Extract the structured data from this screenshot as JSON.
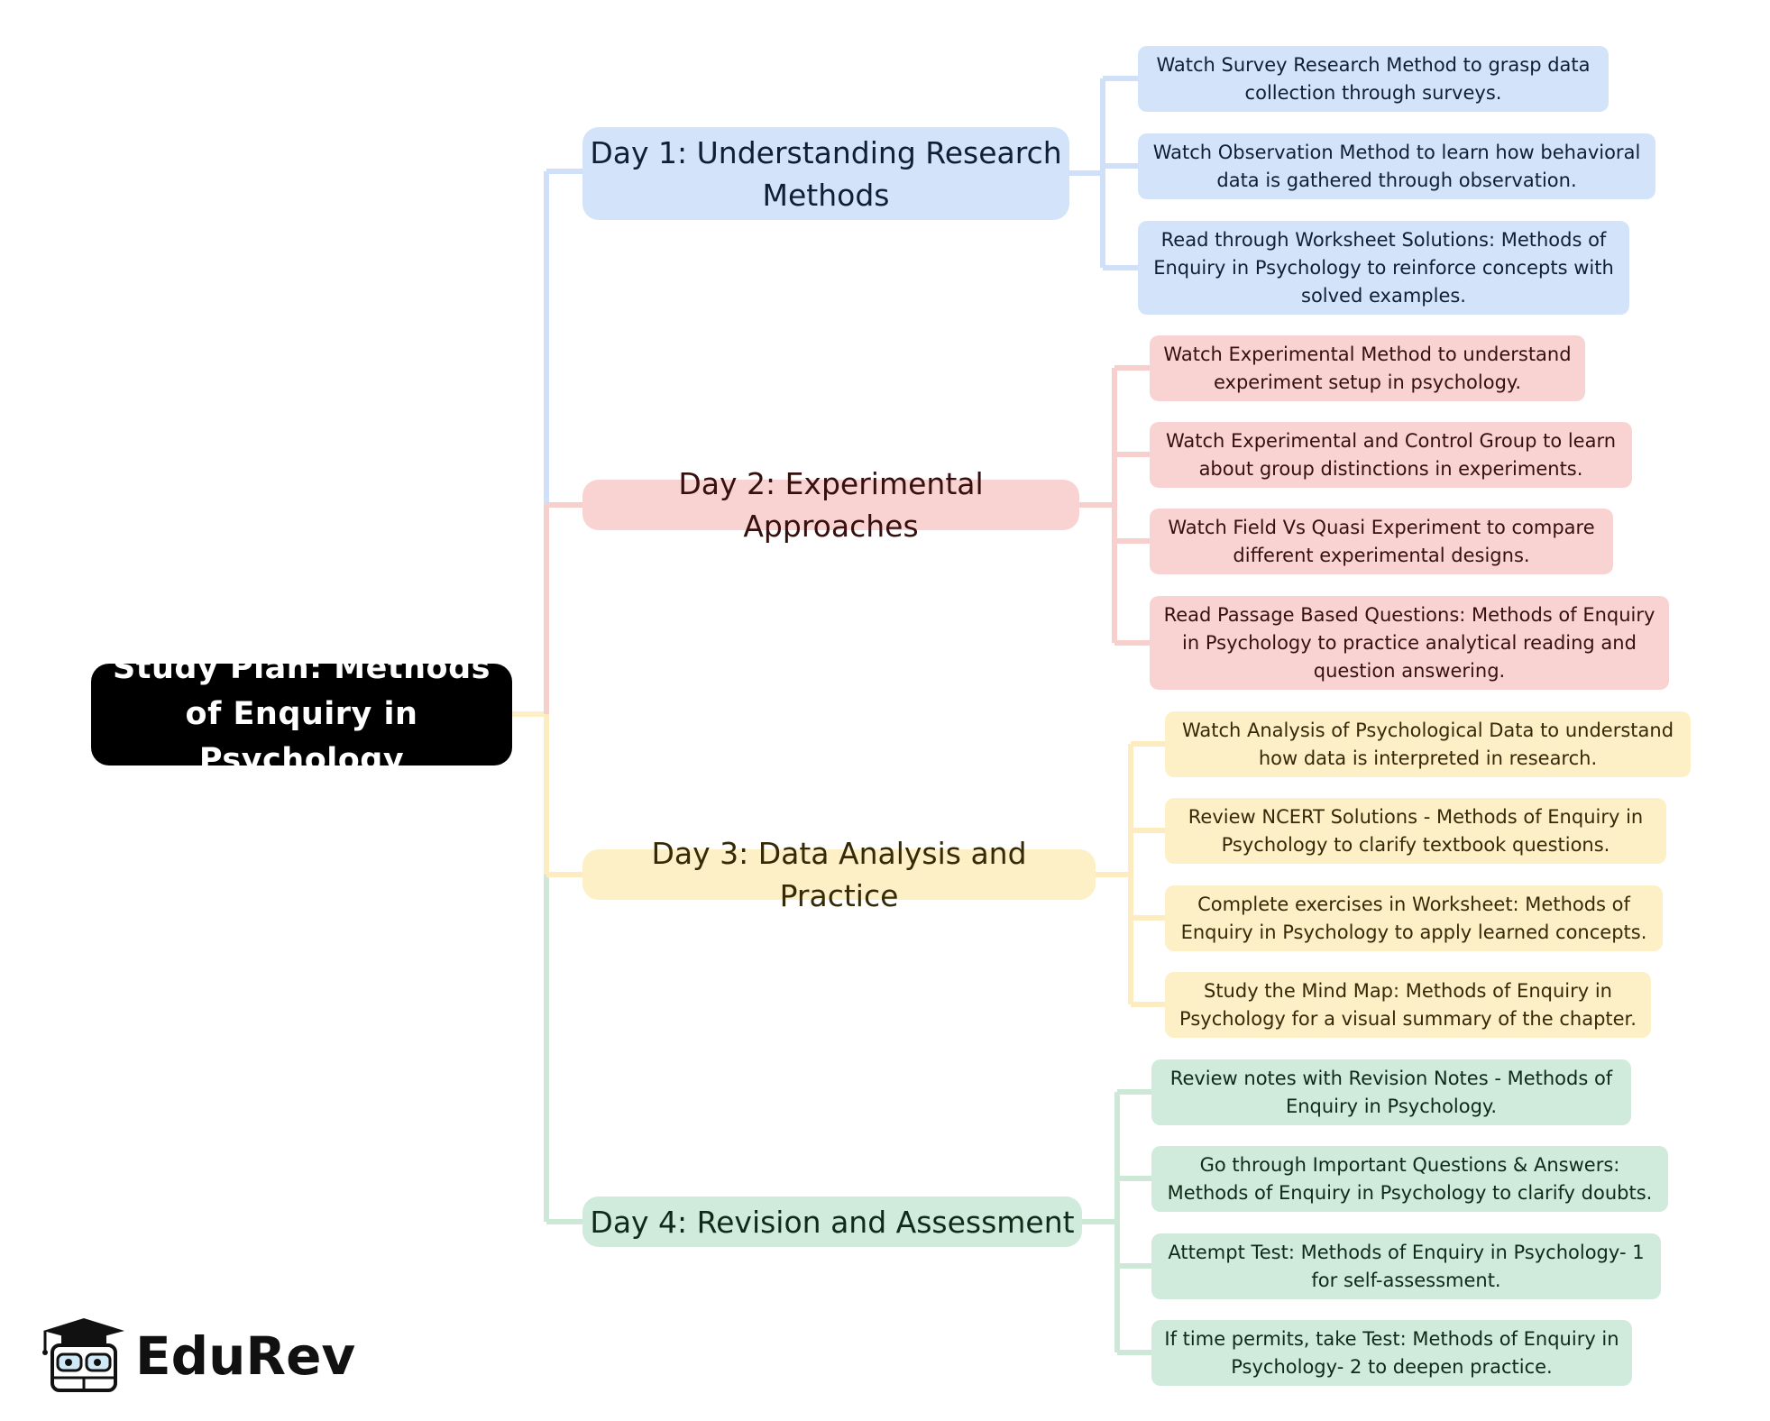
{
  "root": {
    "title": "Study Plan: Methods of Enquiry in Psychology"
  },
  "colors": {
    "blue_fill": "#d2e3fa",
    "blue_line": "#cfe0f8",
    "red_fill": "#f9d3d1",
    "red_line": "#f7cfcc",
    "yellow_fill": "#fdf0c6",
    "yellow_line": "#fcecbf",
    "green_fill": "#d0eadb",
    "green_line": "#cde8d7",
    "root_fill": "#000000"
  },
  "days": [
    {
      "title": "Day 1: Understanding Research Methods",
      "tasks": [
        "Watch Survey Research Method to grasp data collection through surveys.",
        "Watch Observation Method to learn how behavioral data is gathered through observation.",
        "Read through Worksheet Solutions: Methods of Enquiry in Psychology to reinforce concepts with solved examples."
      ]
    },
    {
      "title": "Day 2: Experimental Approaches",
      "tasks": [
        "Watch Experimental Method to understand experiment setup in psychology.",
        "Watch Experimental and Control Group to learn about group distinctions in experiments.",
        "Watch Field Vs Quasi Experiment to compare different experimental designs.",
        "Read Passage Based Questions: Methods of Enquiry in Psychology to practice analytical reading and question answering."
      ]
    },
    {
      "title": "Day 3: Data Analysis and Practice",
      "tasks": [
        "Watch Analysis of Psychological Data to understand how data is interpreted in research.",
        "Review NCERT Solutions - Methods of Enquiry in Psychology to clarify textbook questions.",
        "Complete exercises in Worksheet: Methods of Enquiry in Psychology to apply learned concepts.",
        "Study the Mind Map: Methods of Enquiry in Psychology for a visual summary of the chapter."
      ]
    },
    {
      "title": "Day 4: Revision and Assessment",
      "tasks": [
        "Review notes with Revision Notes - Methods of Enquiry in Psychology.",
        "Go through Important Questions & Answers: Methods of Enquiry in Psychology to clarify doubts.",
        "Attempt Test: Methods of Enquiry in Psychology- 1 for self-assessment.",
        "If time permits, take Test: Methods of Enquiry in Psychology- 2 to deepen practice."
      ]
    }
  ],
  "brand": {
    "name": "EduRev",
    "icon": "graduation-cap-mascot-icon"
  }
}
